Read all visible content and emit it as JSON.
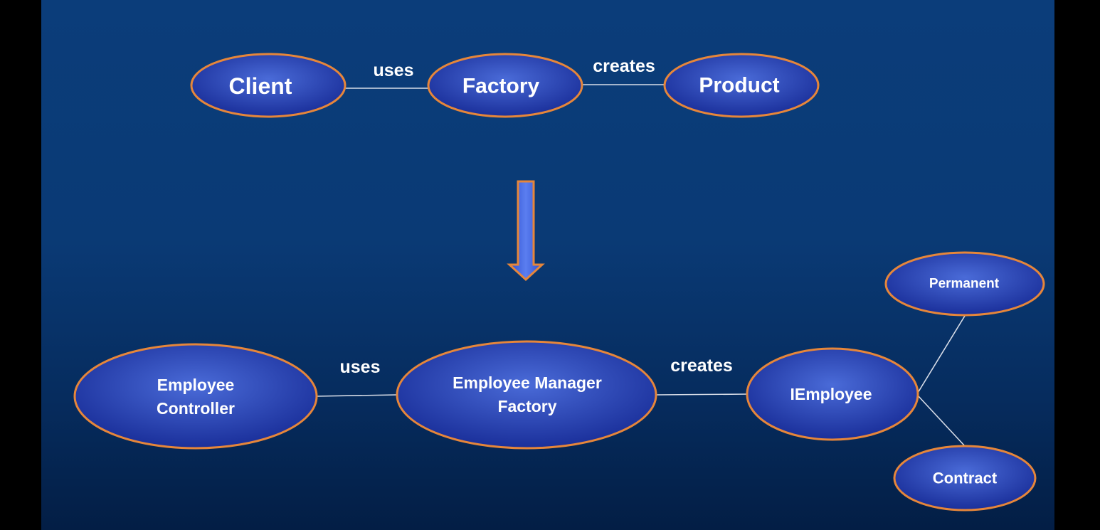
{
  "colors": {
    "node_fill_center": "#4a6bd8",
    "node_fill_edge": "#1a2f9a",
    "node_stroke": "#e6863a",
    "arrow_fill": "#3f63e0",
    "arrow_stroke": "#e6863a"
  },
  "top_diagram": {
    "nodes": {
      "client": "Client",
      "factory": "Factory",
      "product": "Product"
    },
    "edges": {
      "client_factory": "uses",
      "factory_product": "creates"
    }
  },
  "bottom_diagram": {
    "nodes": {
      "controller": [
        "Employee",
        "Controller"
      ],
      "manager_factory": [
        "Employee Manager",
        "Factory"
      ],
      "iemployee": "IEmployee",
      "permanent": "Permanent",
      "contract": "Contract"
    },
    "edges": {
      "controller_manager": "uses",
      "manager_iemployee": "creates"
    }
  }
}
